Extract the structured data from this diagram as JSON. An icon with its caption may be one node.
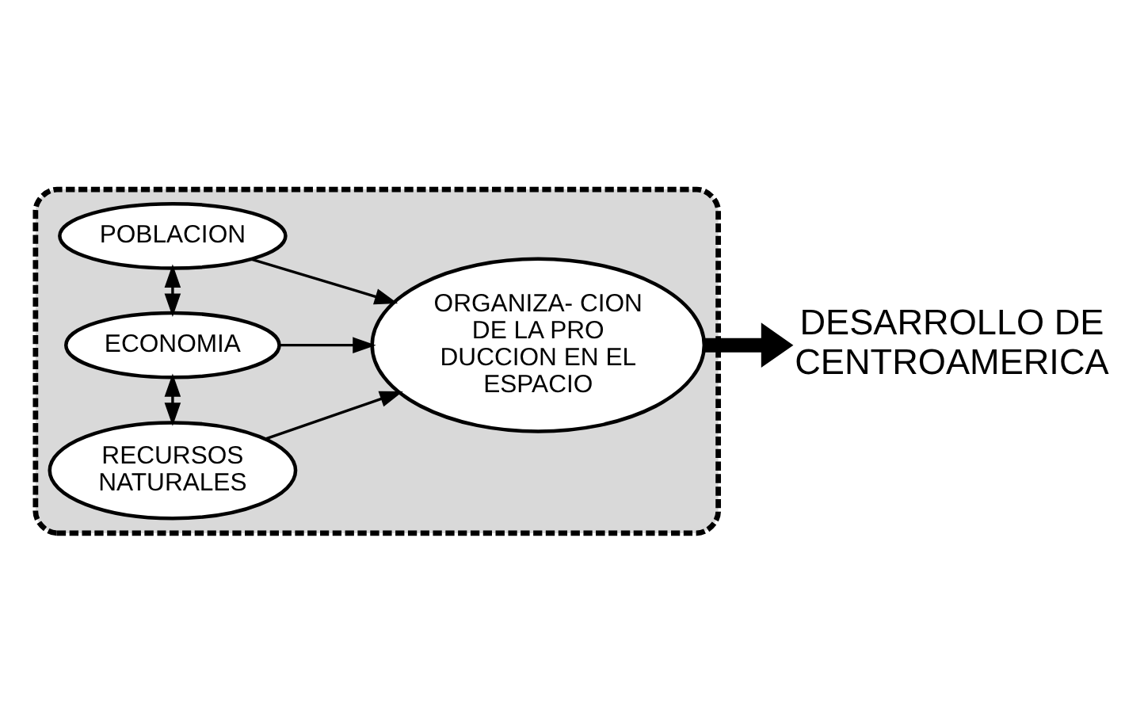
{
  "diagram": {
    "nodes": [
      {
        "text": [],
        "shape": "box"
      },
      {
        "text": [
          "RECURSOS NATURALES"
        ],
        "in": 0
      },
      {
        "text": [
          "ECONOMIA"
        ],
        "in": 0
      },
      {
        "text": [
          "POBLACION"
        ],
        "in": 0
      },
      {
        "text": [
          "ORGANIZA- CION DE LA PRO DUCCION EN EL ESPACIO"
        ],
        "in": 0
      },
      {
        "text": [
          "DESARROLLO DE CENTROAMERICA"
        ]
      }
    ],
    "edges": [
      {
        "from": 1,
        "to": 2,
        "arrow": "both"
      },
      {
        "from": 2,
        "to": 3,
        "arrow": "both"
      },
      {
        "from": 1,
        "to": 4,
        "arrow": "to"
      },
      {
        "from": 2,
        "to": 4,
        "arrow": "to"
      },
      {
        "from": 3,
        "to": 4,
        "arrow": "to"
      },
      {
        "from": 4,
        "to": 5,
        "arrow": "to",
        "style": "thick"
      }
    ]
  }
}
